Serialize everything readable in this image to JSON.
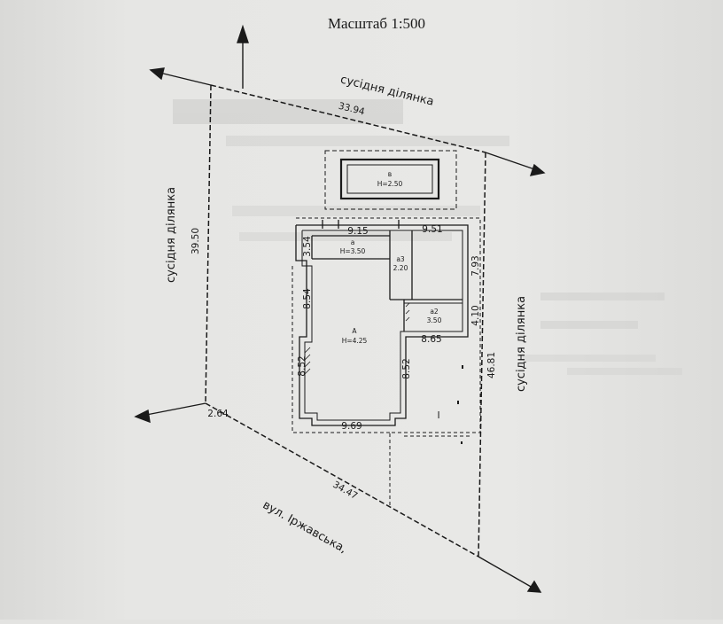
{
  "scale_title": "Масштаб 1:500",
  "neighbors": {
    "top": "сусідня ділянка",
    "left": "сусідня ділянка",
    "right": "сусідня ділянка"
  },
  "street": "вул. Іржавська,",
  "boundary_lengths": {
    "top": "33.94",
    "left": "39.50",
    "right": "46.81",
    "bottom": "34.47",
    "bottom_left": "2.64"
  },
  "buildings": {
    "pool": {
      "letter": "в",
      "height": "Н=2.50"
    },
    "annex_a": {
      "letter": "а",
      "height": "Н=3.50"
    },
    "annex_a3": {
      "letter": "а3",
      "height": "2.20"
    },
    "annex_a2": {
      "letter": "а2",
      "height": "3.50"
    },
    "main_house": {
      "letter": "А",
      "height": "Н=4.25"
    }
  },
  "dimensions": {
    "top_left": "9.15",
    "top_right": "9.51",
    "left_upper": "3.54",
    "left_mid": "8.54",
    "left_lower": "8.52",
    "inner": "8.52",
    "right_upper": "7.93",
    "right_lower": "4.10",
    "annex_width": "8.65",
    "bottom": "9.69"
  },
  "yard_marker": "І"
}
